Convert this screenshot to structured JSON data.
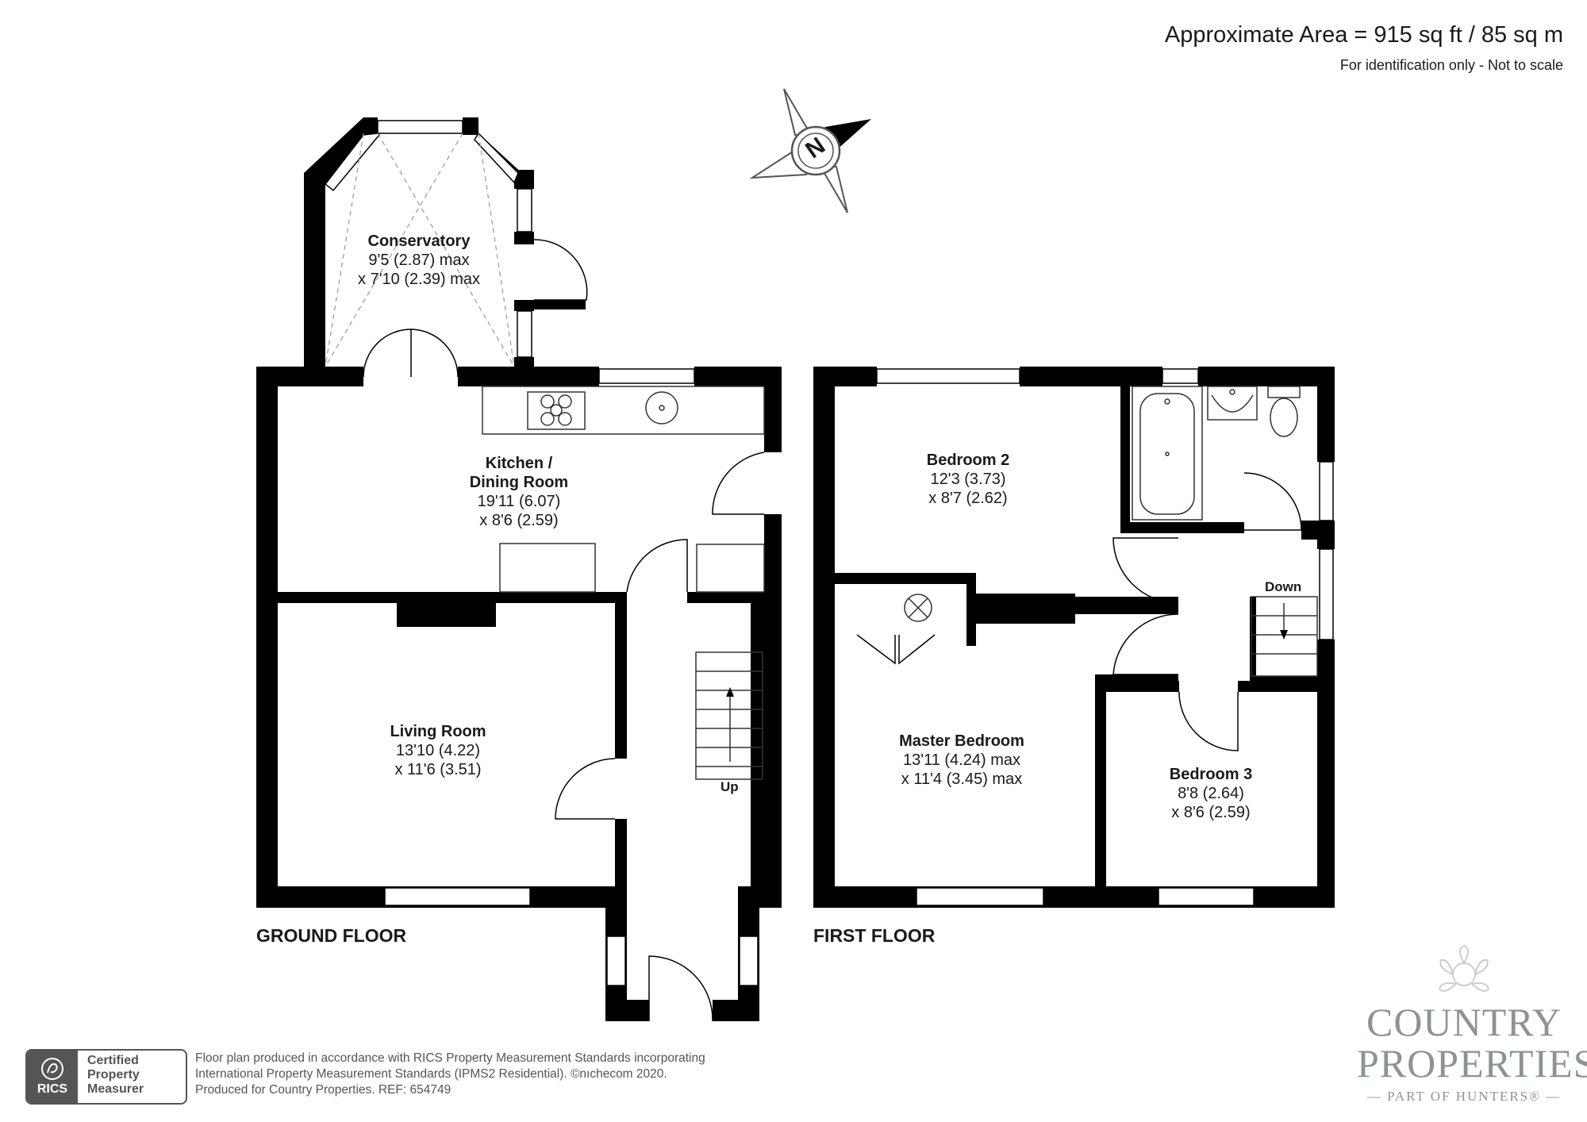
{
  "header": {
    "area": "Approximate Area = 915 sq ft / 85 sq m",
    "note": "For identification only - Not to scale"
  },
  "compass": {
    "letter": "N"
  },
  "floors": {
    "ground": "GROUND FLOOR",
    "first": "FIRST FLOOR"
  },
  "rooms": {
    "conservatory": {
      "name": "Conservatory",
      "dim1": "9'5 (2.87) max",
      "dim2": "x 7'10 (2.39) max"
    },
    "kitchen": {
      "name": "Kitchen /",
      "name2": "Dining Room",
      "dim1": "19'11 (6.07)",
      "dim2": "x 8'6 (2.59)"
    },
    "living": {
      "name": "Living Room",
      "dim1": "13'10 (4.22)",
      "dim2": "x 11'6 (3.51)"
    },
    "bedroom2": {
      "name": "Bedroom 2",
      "dim1": "12'3 (3.73)",
      "dim2": "x 8'7 (2.62)"
    },
    "master": {
      "name": "Master Bedroom",
      "dim1": "13'11 (4.24) max",
      "dim2": "x 11'4 (3.45) max"
    },
    "bedroom3": {
      "name": "Bedroom 3",
      "dim1": "8'8 (2.64)",
      "dim2": "x 8'6 (2.59)"
    }
  },
  "stairs": {
    "up": "Up",
    "down": "Down"
  },
  "footer": {
    "badge_short": "RICS",
    "badge_line1": "Certified",
    "badge_line2": "Property",
    "badge_line3": "Measurer",
    "line1": "Floor plan produced in accordance with RICS Property Measurement Standards incorporating",
    "line2": "International Property Measurement Standards (IPMS2 Residential).   ©nıchecom 2020.",
    "line3": "Produced for Country Properties.   REF: 654749"
  },
  "brand": {
    "line1": "COUNTRY",
    "line2": "PROPERTIES",
    "line3": "— PART OF HUNTERS® —"
  },
  "colors": {
    "wall": "#000000",
    "fixture": "#444444",
    "brand": "#8c9490"
  }
}
